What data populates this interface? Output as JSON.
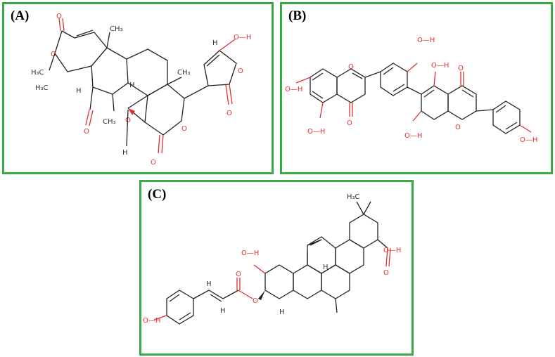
{
  "panels": [
    {
      "label": "(A)"
    },
    {
      "label": "(B)"
    },
    {
      "label": "(C)"
    }
  ],
  "atoms": {
    "oxygen": "O",
    "hydrogen": "H",
    "hydroxyl": "O—H",
    "methyl": "CH₃",
    "gem_dimethyl": "H₃C"
  },
  "colors": {
    "frame": "#3aa845",
    "oxygen": "#e03030",
    "bond": "#222222"
  }
}
